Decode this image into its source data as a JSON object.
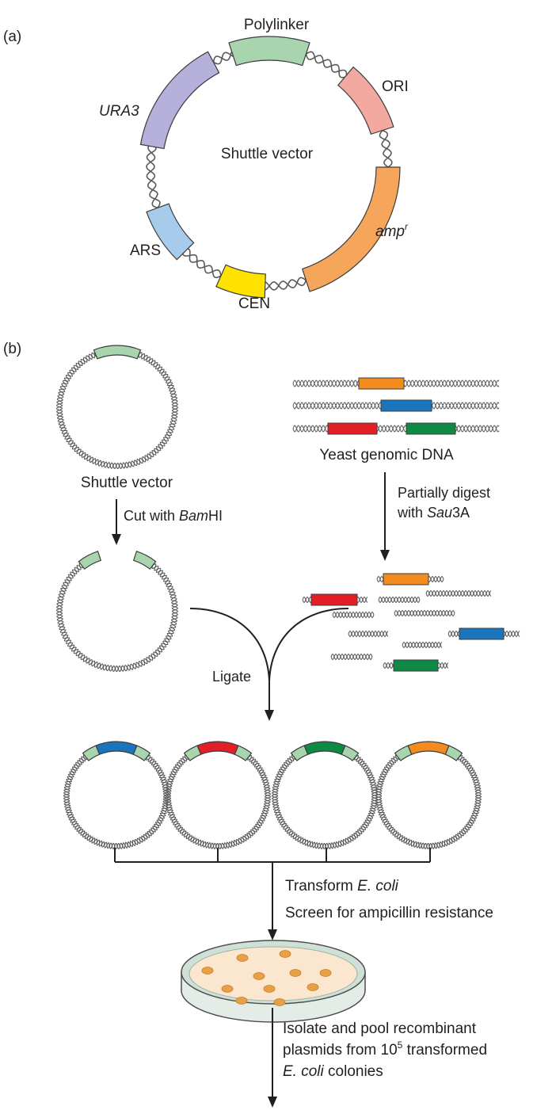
{
  "panel_a": {
    "label": "(a)",
    "center_label": "Shuttle vector",
    "segments": [
      {
        "label": "Polylinker",
        "italic": false,
        "color": "#a8d5ad"
      },
      {
        "label": "ORI",
        "italic": false,
        "color": "#f3a9a0"
      },
      {
        "label": "amp",
        "sup": "r",
        "italic": true,
        "color": "#f5a65b"
      },
      {
        "label": "CEN",
        "italic": false,
        "color": "#ffe200"
      },
      {
        "label": "ARS",
        "italic": false,
        "color": "#a7cbeb"
      },
      {
        "label": "URA3",
        "italic": true,
        "color": "#b5b1da"
      }
    ]
  },
  "panel_b": {
    "label": "(b)",
    "vector_label": "Shuttle vector",
    "genomic_label": "Yeast genomic DNA",
    "cut_step": {
      "text": "Cut with ",
      "enzyme": "Bam",
      "suffix": "HI"
    },
    "digest_step": {
      "line1": "Partially digest",
      "line2_prefix": "with ",
      "enzyme": "Sau",
      "suffix": "3A"
    },
    "ligate_label": "Ligate",
    "transform_step": {
      "prefix": "Transform ",
      "organism": "E. coli"
    },
    "screen_step": "Screen for ampicillin resistance",
    "isolate_step": {
      "line1": "Isolate and pool recombinant",
      "line2_prefix": "plasmids from 10",
      "line2_sup": "5",
      "line2_suffix": " transformed",
      "line3_organism": "E. coli",
      "line3_suffix": " colonies"
    }
  },
  "colors": {
    "polylinker": "#a8d5ad",
    "insert_orange": "#f28c1f",
    "insert_blue": "#1b75bc",
    "insert_red": "#e21f26",
    "insert_green": "#0f8a45",
    "dna": "#5a5a5a",
    "colony": "#e8a045",
    "agar": "#fbe6cf"
  }
}
